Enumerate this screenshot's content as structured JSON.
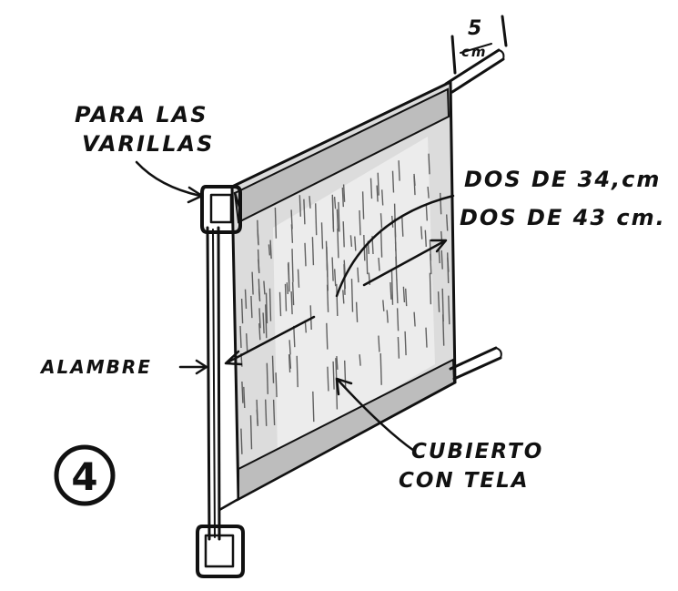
{
  "figure_number": "4",
  "labels": {
    "para_line1": "PARA LAS",
    "para_line2": "VARILLAS",
    "dos34": "DOS DE 34,cm",
    "dos43": "DOS DE 43 cm.",
    "alambre": "ALAMBRE",
    "cubierto_line1": "CUBIERTO",
    "cubierto_line2": "CON TELA",
    "dim_value": "5",
    "dim_unit": "cm"
  },
  "colors": {
    "ink": "#111111",
    "paper": "#ffffff"
  }
}
